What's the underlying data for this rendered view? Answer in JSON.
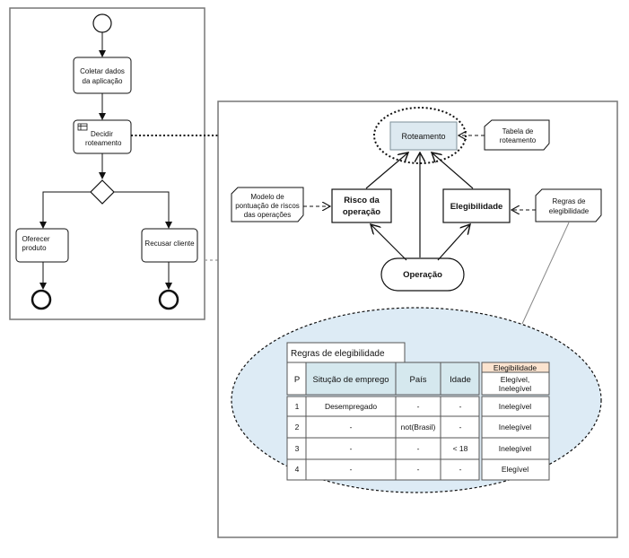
{
  "process": {
    "collect": [
      "Coletar dados",
      "da aplicação"
    ],
    "decide": [
      "Decidir",
      "roteamento"
    ],
    "offer": [
      "Oferecer",
      "produto"
    ],
    "refuse": "Recusar cliente"
  },
  "decision_model": {
    "routing": "Roteamento",
    "routing_table": [
      "Tabela de",
      "roteamento"
    ],
    "risk": [
      "Risco da",
      "operação"
    ],
    "eligibility": "Elegibilidade",
    "risk_model": [
      "Modelo de",
      "pontuação de riscos",
      "das operações"
    ],
    "eligibility_rules": [
      "Regras de",
      "elegibilidade"
    ],
    "operation": "Operação"
  },
  "rules_table": {
    "title": "Regras de elegibilidade",
    "headers": {
      "p": "P",
      "employment": "Situção de emprego",
      "country": "País",
      "age": "Idade",
      "output": "Elegibilidade",
      "output_values": [
        "Elegível,",
        "Inelegível"
      ]
    },
    "rows": [
      {
        "p": "1",
        "employment": "Desempregado",
        "country": "-",
        "age": "-",
        "result": "Inelegível"
      },
      {
        "p": "2",
        "employment": "-",
        "country": "not(Brasil)",
        "age": "-",
        "result": "Inelegível"
      },
      {
        "p": "3",
        "employment": "-",
        "country": "-",
        "age": "< 18",
        "result": "Inelegível"
      },
      {
        "p": "4",
        "employment": "-",
        "country": "-",
        "age": "-",
        "result": "Elegível"
      }
    ]
  },
  "colors": {
    "routing_fill": "#dde9f0",
    "ellipse_fill": "#ddebf5",
    "header_fill": "#d5e8ee",
    "output_fill": "#fbe3cf"
  }
}
